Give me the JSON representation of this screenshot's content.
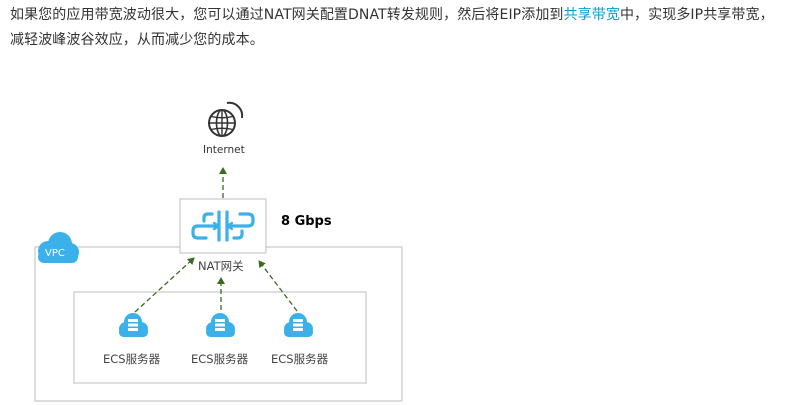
{
  "paragraph": {
    "text_before_link": "如果您的应用带宽波动很大，您可以通过NAT网关配置DNAT转发规则，然后将EIP添加到",
    "link_text": "共享带宽",
    "text_after_link": "中，实现多IP共享带宽，减轻波峰波谷效应，从而减少您的成本。"
  },
  "diagram": {
    "internet_label": "Internet",
    "nat_gateway_label": "NAT网关",
    "bandwidth_label": "8 Gbps",
    "vpc_label": "VPC",
    "ecs_nodes": [
      {
        "label": "ECS服务器"
      },
      {
        "label": "ECS服务器"
      },
      {
        "label": "ECS服务器"
      }
    ],
    "colors": {
      "arrow": "#3a6b1f",
      "accent": "#3ab1e8",
      "link": "#00a2ca",
      "box_border": "#bdbdbd"
    }
  }
}
